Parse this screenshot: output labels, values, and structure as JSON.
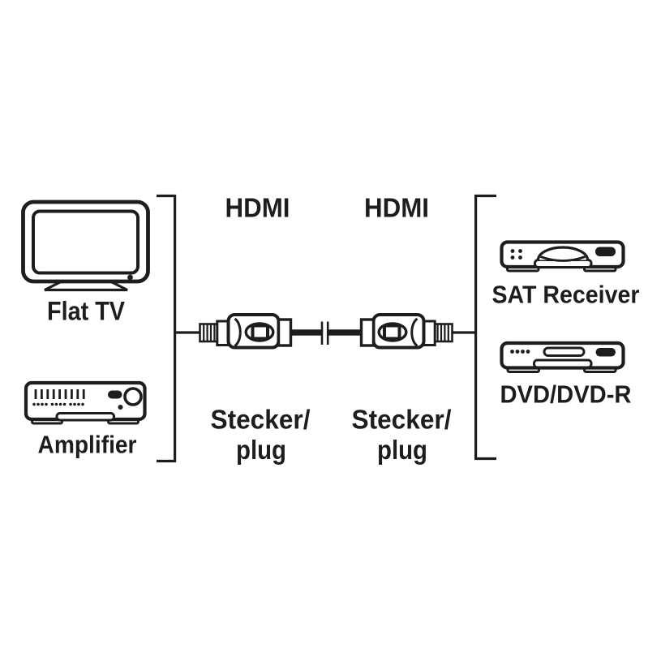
{
  "colors": {
    "background": "#ffffff",
    "ink": "#1d1d1b"
  },
  "left_group": {
    "devices": [
      {
        "icon": "flat-tv-icon",
        "label": "Flat TV"
      },
      {
        "icon": "amplifier-icon",
        "label": "Amplifier"
      }
    ]
  },
  "right_group": {
    "devices": [
      {
        "icon": "sat-receiver-icon",
        "label": "SAT Receiver"
      },
      {
        "icon": "dvd-recorder-icon",
        "label": "DVD/DVD-R"
      }
    ]
  },
  "cable": {
    "left_plug": {
      "connector_type": "HDMI",
      "plug_label_line1": "Stecker/",
      "plug_label_line2": "plug"
    },
    "right_plug": {
      "connector_type": "HDMI",
      "plug_label_line1": "Stecker/",
      "plug_label_line2": "plug"
    }
  }
}
